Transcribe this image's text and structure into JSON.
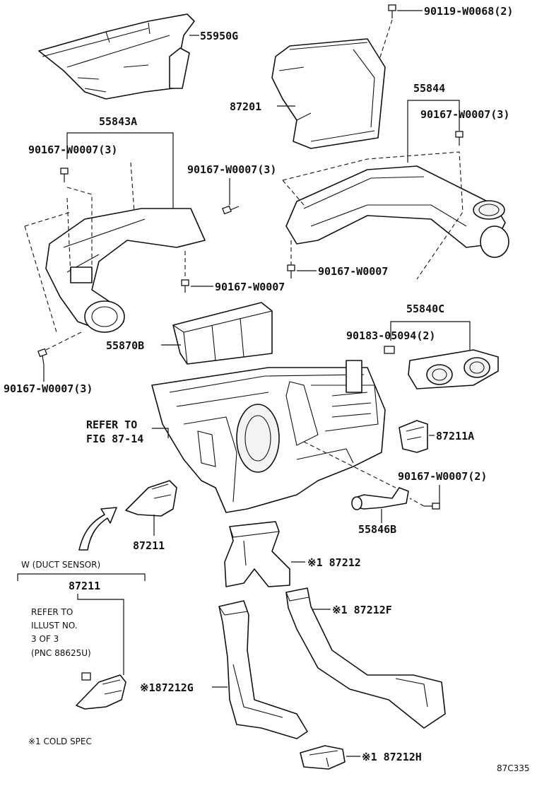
{
  "labels": {
    "p55950g": "55950G",
    "p90119": "90119-W0068(2)",
    "p87201": "87201",
    "p55844": "55844",
    "p90167_3_right": "90167-W0007(3)",
    "p55843a": "55843A",
    "p90167_3_left": "90167-W0007(3)",
    "p90167_3_mid": "90167-W0007(3)",
    "p90167_right_bottom": "90167-W0007",
    "p90167_mid_bottom": "90167-W0007",
    "p55840c": "55840C",
    "p90183": "90183-05094(2)",
    "p55870b": "55870B",
    "p90167_3_lower_left": "90167-W0007(3)",
    "refer_line1": "REFER TO",
    "refer_line2": "FIG 87-14",
    "p87211a": "87211A",
    "p90167_2": "90167-W0007(2)",
    "p55846b": "55846B",
    "p87211": "87211",
    "w_duct_sensor": "W (DUCT SENSOR)",
    "p87211_inset": "87211",
    "inset_refer_1": "REFER TO",
    "inset_refer_2": "ILLUST NO.",
    "inset_refer_3": "3 OF 3",
    "inset_refer_4": "(PNC  88625U)",
    "p87212": "※1 87212",
    "p87212f": "※1 87212F",
    "p87212g": "※187212G",
    "p87212h": "※1 87212H",
    "legend_note": "※1   COLD SPEC",
    "figure_code": "87C335"
  }
}
